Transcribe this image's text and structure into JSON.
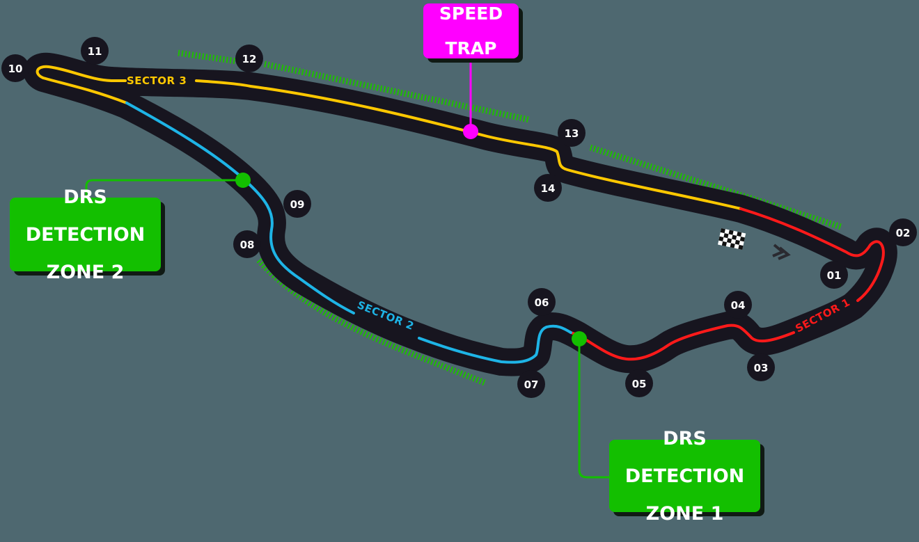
{
  "title": "Circuit Map",
  "colors": {
    "background": "#4e6870",
    "track": "#17151f",
    "sector1": "#ff1a1a",
    "sector2": "#1eb4e6",
    "sector3": "#ffc800",
    "drs": "#13bf00",
    "speed_trap": "#ff00ff",
    "kerb": "#1fbf00"
  },
  "callouts": {
    "speed_trap": {
      "line1": "SPEED",
      "line2": "TRAP"
    },
    "drs_zone_2": {
      "line1": "DRS",
      "line2": "DETECTION",
      "line3": "ZONE 2"
    },
    "drs_zone_1": {
      "line1": "DRS",
      "line2": "DETECTION",
      "line3": "ZONE 1"
    }
  },
  "sectors": [
    {
      "label": "SECTOR 1"
    },
    {
      "label": "SECTOR 2"
    },
    {
      "label": "SECTOR 3"
    }
  ],
  "turns": [
    {
      "label": "01"
    },
    {
      "label": "02"
    },
    {
      "label": "03"
    },
    {
      "label": "04"
    },
    {
      "label": "05"
    },
    {
      "label": "06"
    },
    {
      "label": "07"
    },
    {
      "label": "08"
    },
    {
      "label": "09"
    },
    {
      "label": "10"
    },
    {
      "label": "11"
    },
    {
      "label": "12"
    },
    {
      "label": "13"
    },
    {
      "label": "14"
    }
  ],
  "icons": {
    "start_finish": "checkered-flag-icon",
    "direction": "chevron-arrows-icon"
  }
}
